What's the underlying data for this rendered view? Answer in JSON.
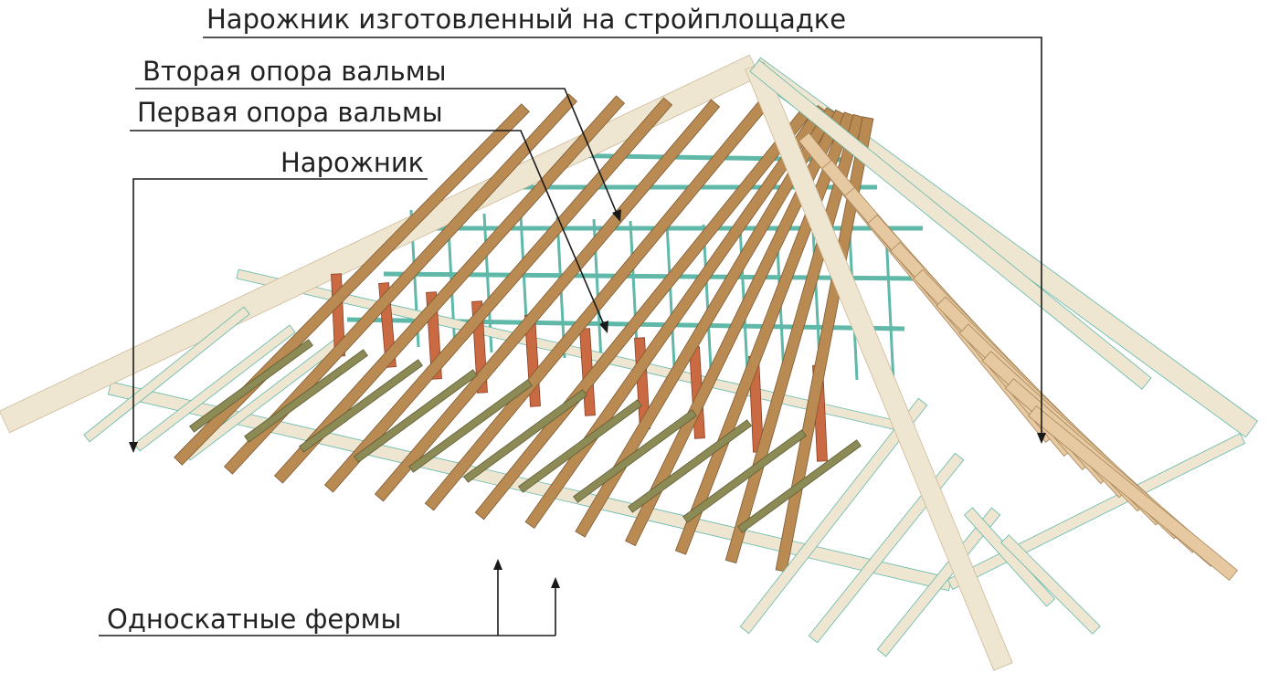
{
  "labels": {
    "site_hip": "Нарожник изготовленный на стройплощадке",
    "second_support": "Вторая опора вальмы",
    "first_support": "Первая опора вальмы",
    "hip": "Нарожник",
    "monopitch": "Односкатные фермы"
  },
  "colors": {
    "rafter_dark": "#b98a52",
    "rafter_light": "#e6c9a0",
    "timber_pale": "#efe6d2",
    "post": "#c96a43",
    "frame_edge": "#5fb8a8",
    "leader": "#1a1a1a"
  }
}
